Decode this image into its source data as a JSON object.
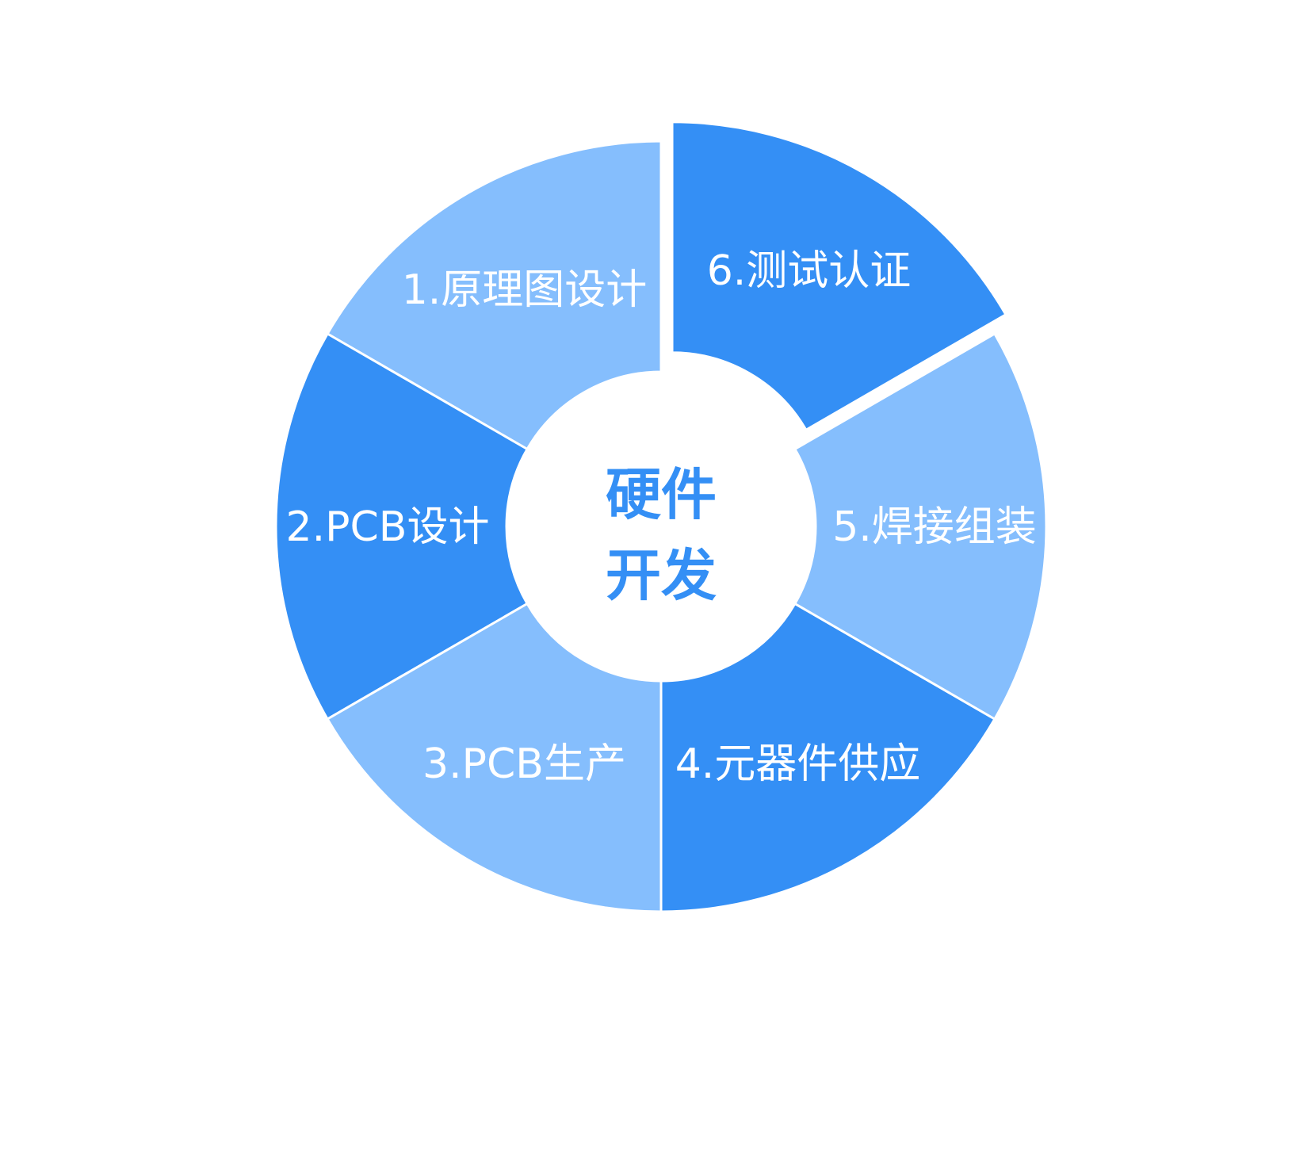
{
  "diagram": {
    "center": {
      "lines": [
        "硬件",
        "开发"
      ],
      "color": "#348FF5"
    },
    "colors": {
      "dark": "#348FF5",
      "light": "#85BEFD"
    },
    "segments": [
      {
        "label": "1.原理图设计",
        "shade": "light"
      },
      {
        "label": "2.PCB设计",
        "shade": "dark"
      },
      {
        "label": "3.PCB生产",
        "shade": "light"
      },
      {
        "label": "4.元器件供应",
        "shade": "dark"
      },
      {
        "label": "5.焊接组装",
        "shade": "light"
      },
      {
        "label": "6.测试认证",
        "shade": "dark",
        "highlighted": true
      }
    ]
  }
}
